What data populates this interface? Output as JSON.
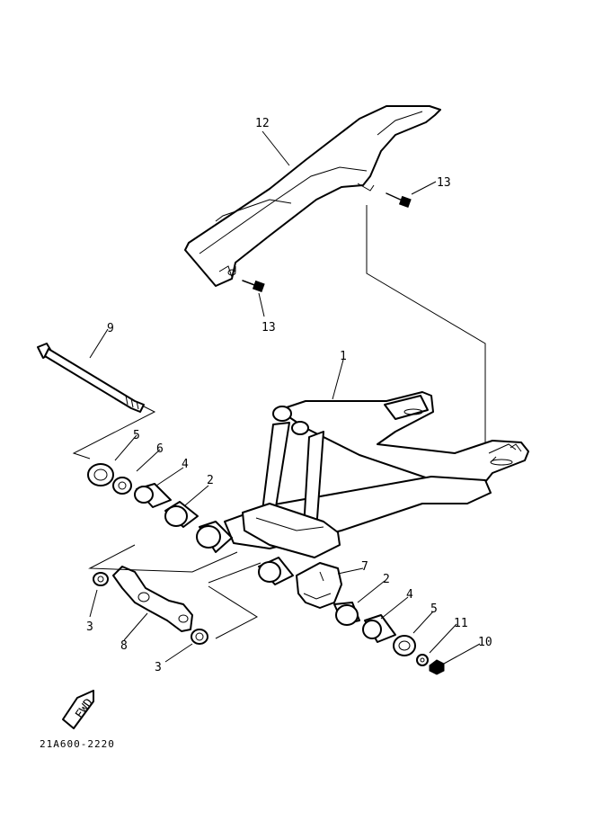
{
  "figure_code": "21A600-2220",
  "fwd_label": "FWD",
  "callouts": [
    {
      "id": "c12",
      "text": "12"
    },
    {
      "id": "c13a",
      "text": "13"
    },
    {
      "id": "c13b",
      "text": "13"
    },
    {
      "id": "c9",
      "text": "9"
    },
    {
      "id": "c1",
      "text": "1"
    },
    {
      "id": "c5a",
      "text": "5"
    },
    {
      "id": "c6",
      "text": "6"
    },
    {
      "id": "c4a",
      "text": "4"
    },
    {
      "id": "c2a",
      "text": "2"
    },
    {
      "id": "c7",
      "text": "7"
    },
    {
      "id": "c2b",
      "text": "2"
    },
    {
      "id": "c4b",
      "text": "4"
    },
    {
      "id": "c5b",
      "text": "5"
    },
    {
      "id": "c11",
      "text": "11"
    },
    {
      "id": "c10",
      "text": "10"
    },
    {
      "id": "c3a",
      "text": "3"
    },
    {
      "id": "c8",
      "text": "8"
    },
    {
      "id": "c3b",
      "text": "3"
    }
  ]
}
